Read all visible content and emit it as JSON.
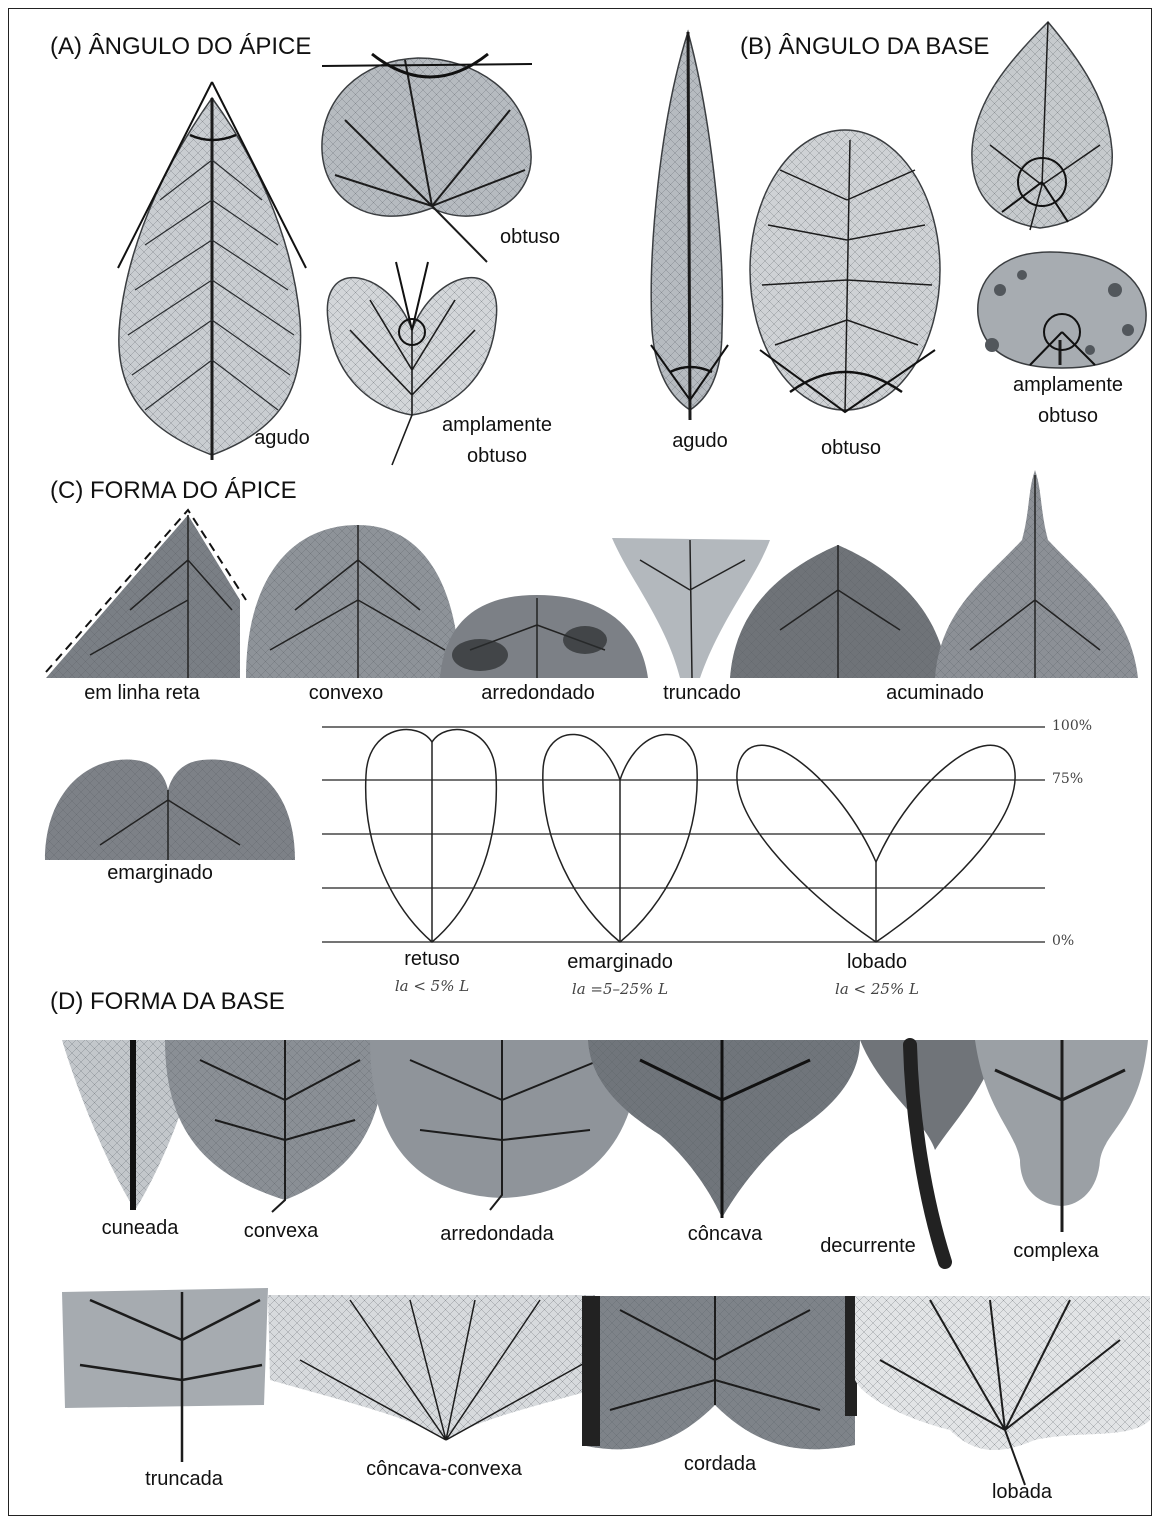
{
  "panels": {
    "a": {
      "title": "(A) ÂNGULO DO ÁPICE",
      "labels": {
        "agudo": "agudo",
        "obtuso": "obtuso",
        "amplo_1": "amplamente",
        "amplo_2": "obtuso"
      }
    },
    "b": {
      "title": "(B) ÂNGULO DA BASE",
      "labels": {
        "agudo": "agudo",
        "obtuso": "obtuso",
        "amplo_1": "amplamente",
        "amplo_2": "obtuso"
      }
    },
    "c": {
      "title": "(C) FORMA DO ÁPICE",
      "labels": {
        "reta": "em linha reta",
        "convexo": "convexo",
        "arredondado": "arredondado",
        "truncado": "truncado",
        "acuminado": "acuminado",
        "emarginado": "emarginado"
      },
      "scale": {
        "p100": "100%",
        "p75": "75%",
        "p0": "0%"
      },
      "schemes": [
        {
          "name": "retuso",
          "formula": "la < 5% L"
        },
        {
          "name": "emarginado",
          "formula": "la =5–25% L"
        },
        {
          "name": "lobado",
          "formula": "la < 25% L"
        }
      ]
    },
    "d": {
      "title": "(D) FORMA DA BASE",
      "row1": [
        "cuneada",
        "convexa",
        "arredondada",
        "côncava",
        "decurrente",
        "complexa"
      ],
      "row2": [
        "truncada",
        "côncava-convexa",
        "cordada",
        "lobada"
      ]
    }
  },
  "colors": {
    "leaf_dark": "#6f7378",
    "leaf_mid": "#9aa0a6",
    "leaf_light": "#c9cdd1",
    "vein": "#1c1c1c"
  }
}
